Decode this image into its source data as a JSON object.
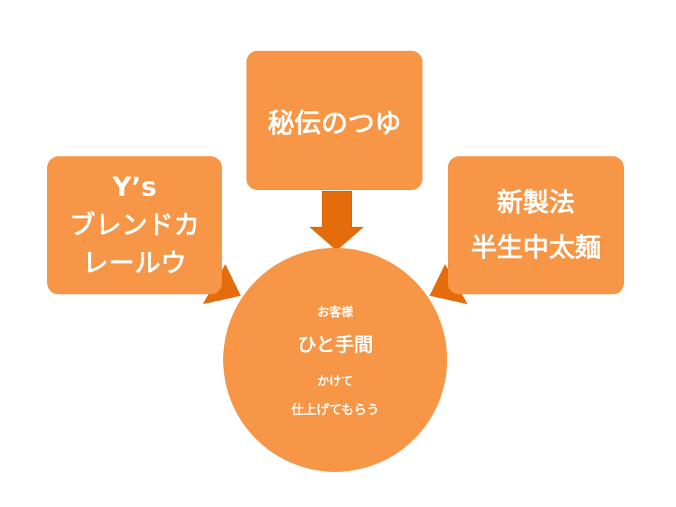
{
  "colors": {
    "box_fill": "#F79646",
    "arrow_fill": "#E46C0A",
    "text": "#FFFFFF",
    "background": "#FFFFFF"
  },
  "nodes": {
    "left": {
      "lines": [
        "Y’s",
        "ブレンドカ",
        "レールウ"
      ]
    },
    "top": {
      "lines": [
        "秘伝のつゆ"
      ]
    },
    "right": {
      "lines": [
        "新製法",
        "半生中太麺"
      ]
    },
    "center": {
      "lines": [
        "お客様",
        "ひと手間",
        "かけて",
        "仕上げてもらう"
      ]
    }
  }
}
